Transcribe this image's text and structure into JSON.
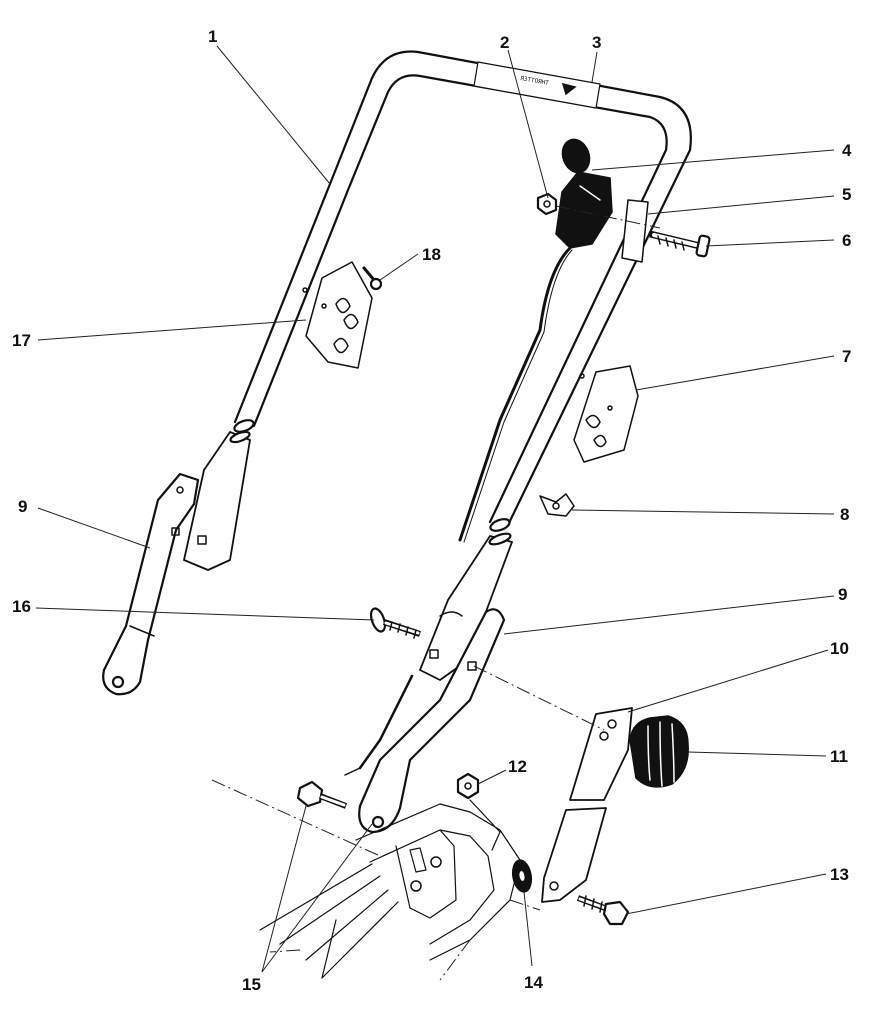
{
  "title": "Handle assembly exploded parts diagram",
  "decal_text": "ЯЗТТОЯНТ",
  "callouts": {
    "c1": "1",
    "c2": "2",
    "c3": "3",
    "c4": "4",
    "c5": "5",
    "c6": "6",
    "c7": "7",
    "c8": "8",
    "c9_left": "9",
    "c9_right": "9",
    "c10": "10",
    "c11": "11",
    "c12": "12",
    "c13": "13",
    "c14": "14",
    "c15": "15",
    "c16": "16",
    "c17": "17",
    "c18": "18"
  }
}
